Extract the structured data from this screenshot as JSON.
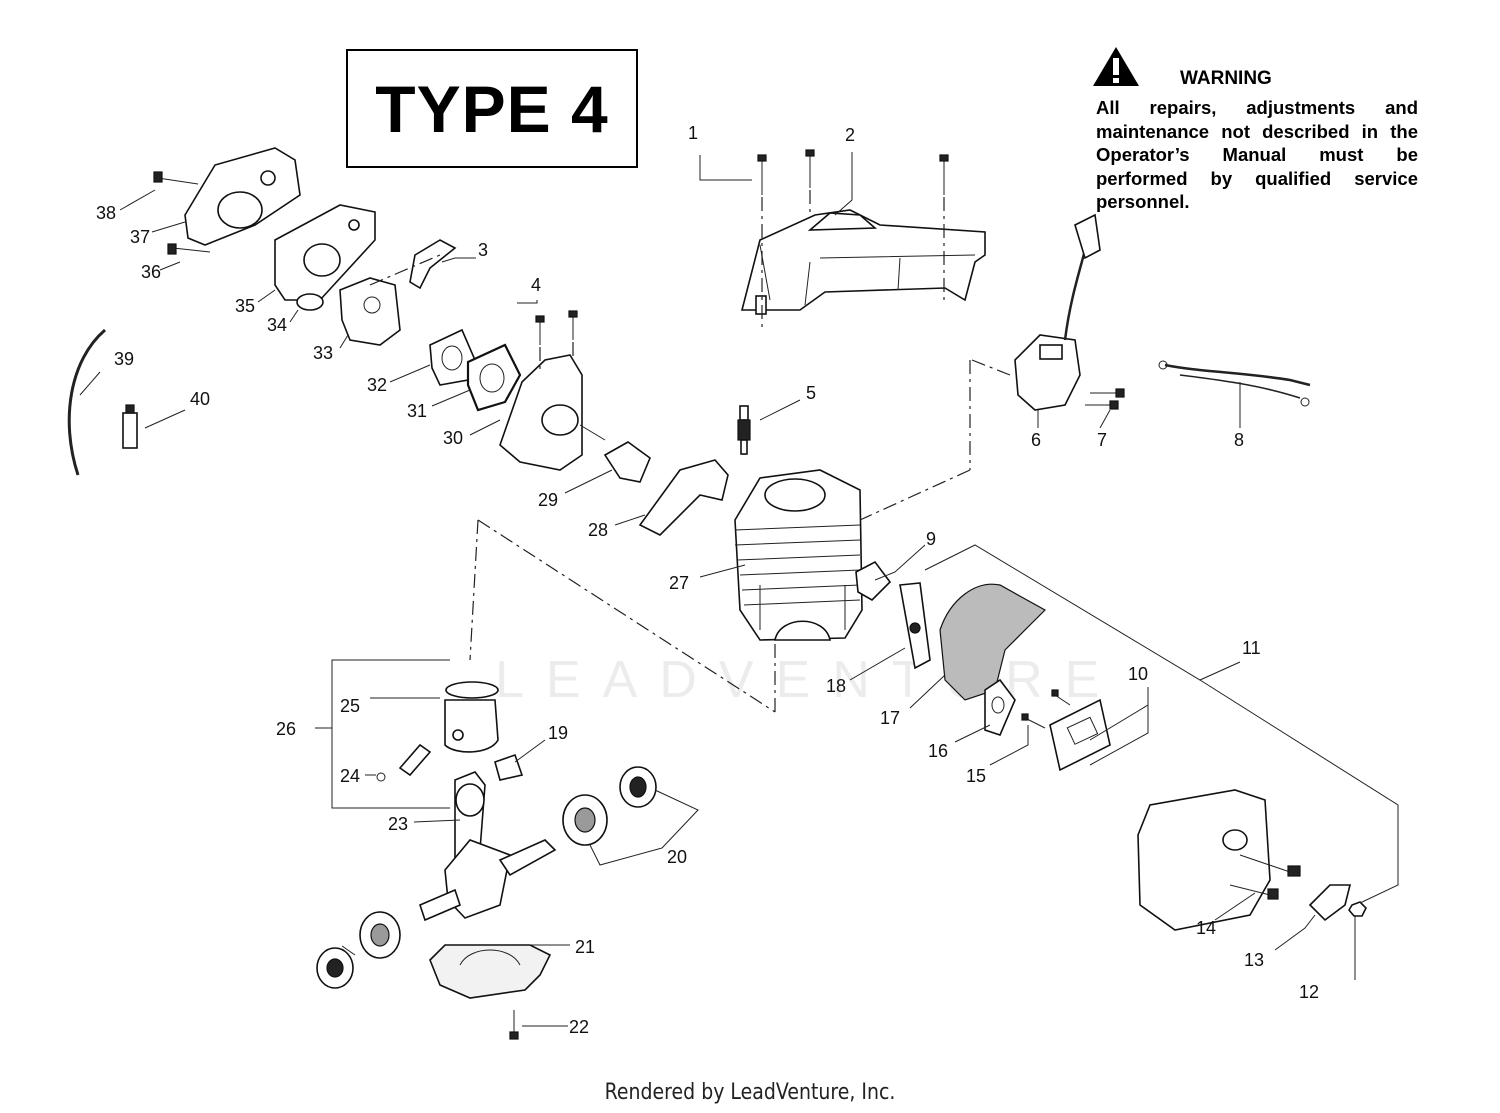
{
  "title_box": "TYPE 4",
  "warning": {
    "title": "WARNING",
    "body": "All repairs, adjustments and maintenance not described in the Operator’s Manual must be performed by qualified service personnel."
  },
  "watermark": "LEADVENTURE",
  "footer": "Rendered by LeadVenture, Inc.",
  "callouts": [
    "1",
    "2",
    "3",
    "4",
    "5",
    "6",
    "7",
    "8",
    "9",
    "10",
    "11",
    "12",
    "13",
    "14",
    "15",
    "16",
    "17",
    "18",
    "19",
    "20",
    "21",
    "22",
    "23",
    "24",
    "25",
    "26",
    "27",
    "28",
    "29",
    "30",
    "31",
    "32",
    "33",
    "34",
    "35",
    "36",
    "37",
    "38",
    "39",
    "40"
  ]
}
